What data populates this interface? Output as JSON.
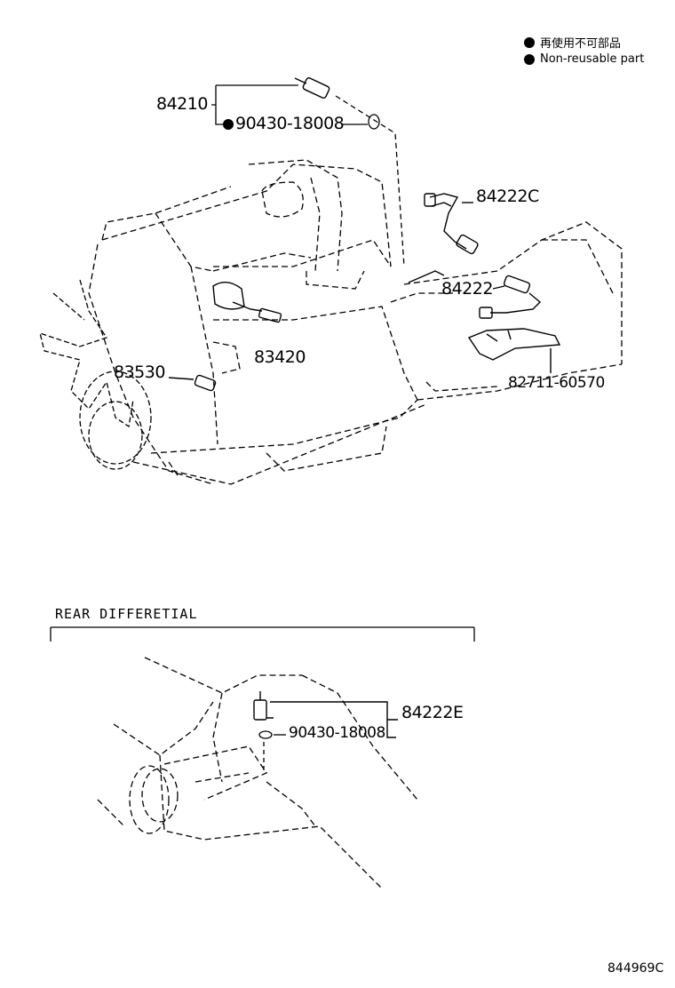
{
  "legend": {
    "jp": "再使用不可部品",
    "en": "Non-reusable part"
  },
  "parts": {
    "p84210": "84210",
    "p90430_top": "90430-18008",
    "p84222C": "84222C",
    "p84222": "84222",
    "p83420": "83420",
    "p83530": "83530",
    "p82711": "82711-60570",
    "p84222E": "84222E",
    "p90430_bottom": "90430-18008"
  },
  "section": {
    "rear_title": "REAR DIFFERETIAL"
  },
  "diagram_code": "844969C"
}
